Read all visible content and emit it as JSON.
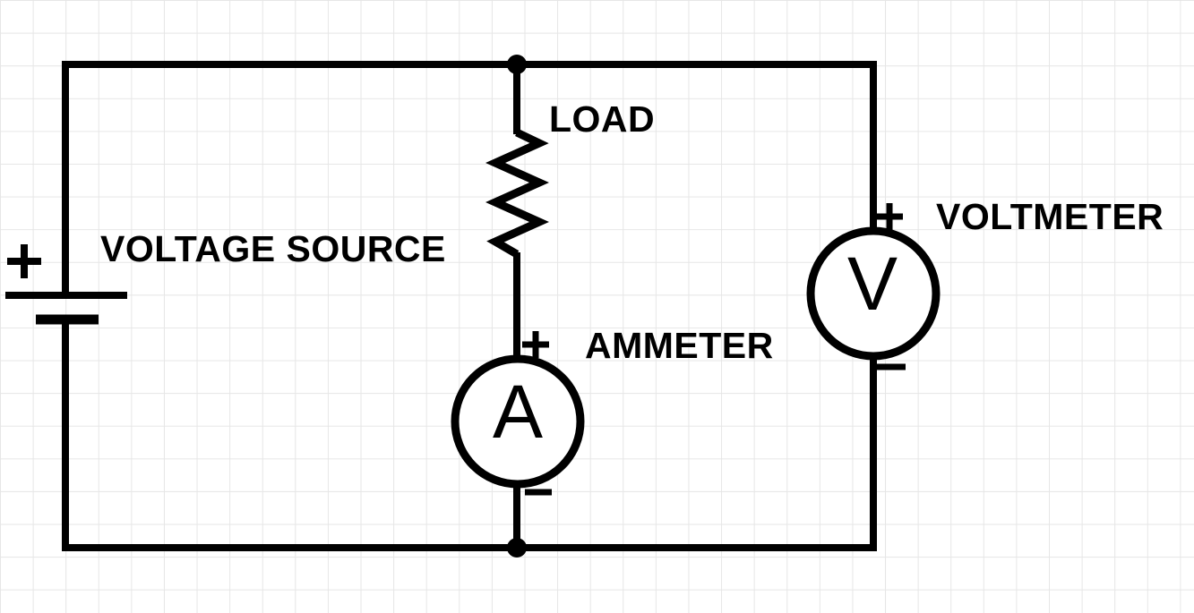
{
  "diagram": {
    "type": "circuit-schematic",
    "labels": {
      "load": "LOAD",
      "voltage_source": "VOLTAGE SOURCE",
      "ammeter": "AMMETER",
      "voltmeter": "VOLTMETER"
    },
    "meters": {
      "ammeter": {
        "symbol": "A",
        "positive_mark": "+",
        "negative_mark": "−"
      },
      "voltmeter": {
        "symbol": "V",
        "positive_mark": "+",
        "negative_mark": "−"
      }
    },
    "battery": {
      "positive_mark": "+"
    },
    "colors": {
      "wire": "#000000",
      "text": "#000000",
      "grid_line": "#e6e6e6",
      "background": "#ffffff",
      "meter_face": "#ffffff"
    }
  }
}
